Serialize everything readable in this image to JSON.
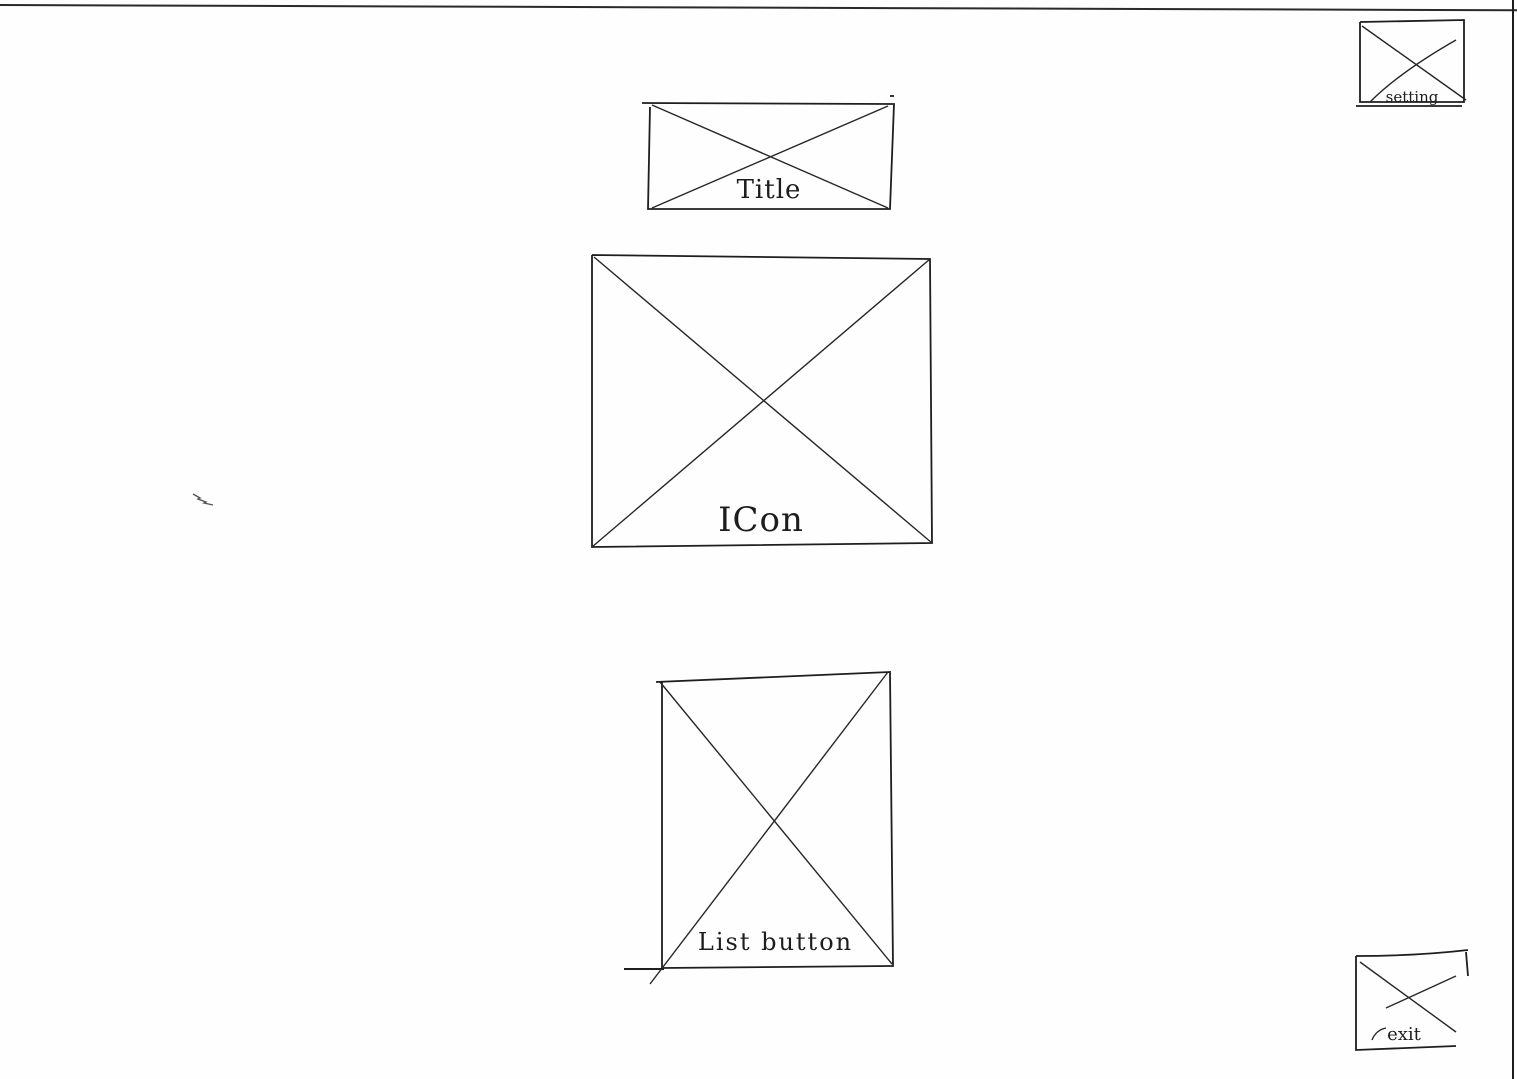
{
  "wireframe": {
    "title_box": {
      "label": "Title",
      "icon": "image-placeholder-icon"
    },
    "icon_box": {
      "label": "ICon",
      "icon": "image-placeholder-icon"
    },
    "list_button_box": {
      "label": "List button",
      "icon": "image-placeholder-icon"
    },
    "setting_box": {
      "label": "setting",
      "icon": "image-placeholder-icon"
    },
    "exit_box": {
      "label": "exit",
      "icon": "image-placeholder-icon"
    }
  },
  "colors": {
    "paper": "#fefefe",
    "ink": "#1e1e1e"
  }
}
